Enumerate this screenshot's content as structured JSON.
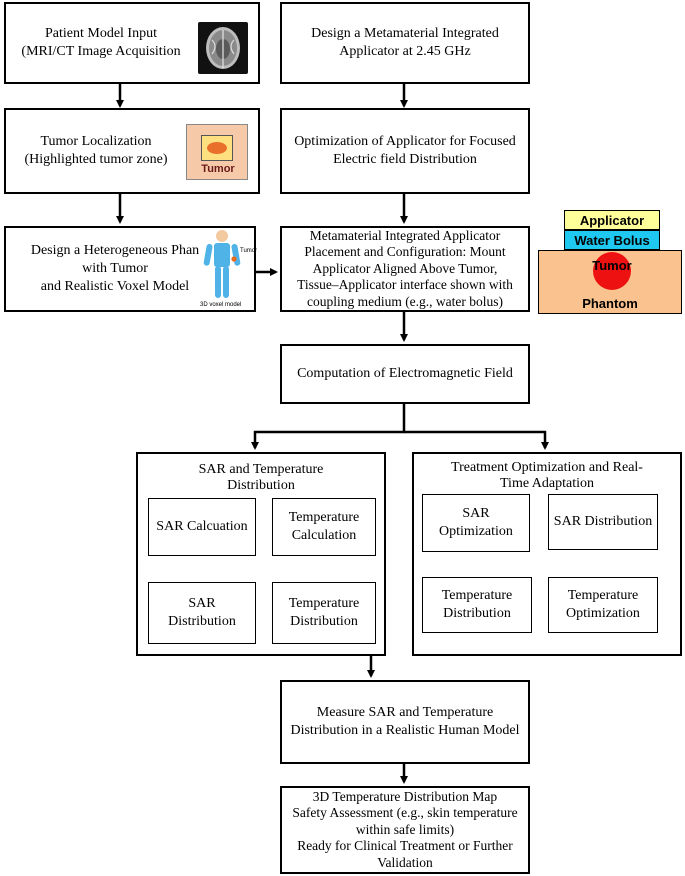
{
  "boxes": {
    "patient_model": "Patient Model Input\n(MRI/CT Image Acquisition",
    "design_metamaterial": "Design a Metamaterial Integrated\nApplicator at 2.45 GHz",
    "tumor_localization": "Tumor Localization\n(Highlighted tumor zone)",
    "optimization_applicator": "Optimization of Applicator for Focused\nElectric field Distribution",
    "heterogeneous_phantom": "Design a Heterogeneous Phan\nwith Tumor\nand Realistic Voxel Model",
    "placement": "Metamaterial Integrated Applicator\nPlacement  and Configuration: Mount\nApplicator Aligned Above Tumor,\nTissue–Applicator  interface shown with\ncoupling medium (e.g., water bolus)",
    "computation": "Computation of Electromagnetic Field",
    "measure": "Measure SAR and Temperature\nDistribution in a Realistic Human Model",
    "final": "3D Temperature Distribution Map\nSafety Assessment (e.g., skin temperature\nwithin safe limits)\nReady for Clinical Treatment or Further\nValidation"
  },
  "sar_group": {
    "title": "SAR and Temperature\nDistribution",
    "sar_calc": "SAR Calcuation",
    "temp_calc": "Temperature\nCalculation",
    "sar_dist": "SAR\nDistribution",
    "temp_dist": "Temperature\nDistribution"
  },
  "opt_group": {
    "title": "Treatment Optimization and  Real-\nTime Adaptation",
    "sar_opt": "SAR\nOptimization",
    "sar_dist": "SAR Distribution",
    "temp_dist": "Temperature\nDistribution",
    "temp_opt": "Temperature\nOptimization"
  },
  "tumor_thumb_label": "Tumor",
  "voxel": {
    "tumor_label": "Tumor",
    "caption": "3D voxel model"
  },
  "stack": {
    "applicator": "Applicator",
    "water_bolus": "Water Bolus",
    "tumor": "Tumor",
    "phantom": "Phantom",
    "colors": {
      "applicator": "#ffff99",
      "water_bolus": "#1ec8f0",
      "phantom": "#f9c28e",
      "tumor": "#ee1111"
    }
  }
}
